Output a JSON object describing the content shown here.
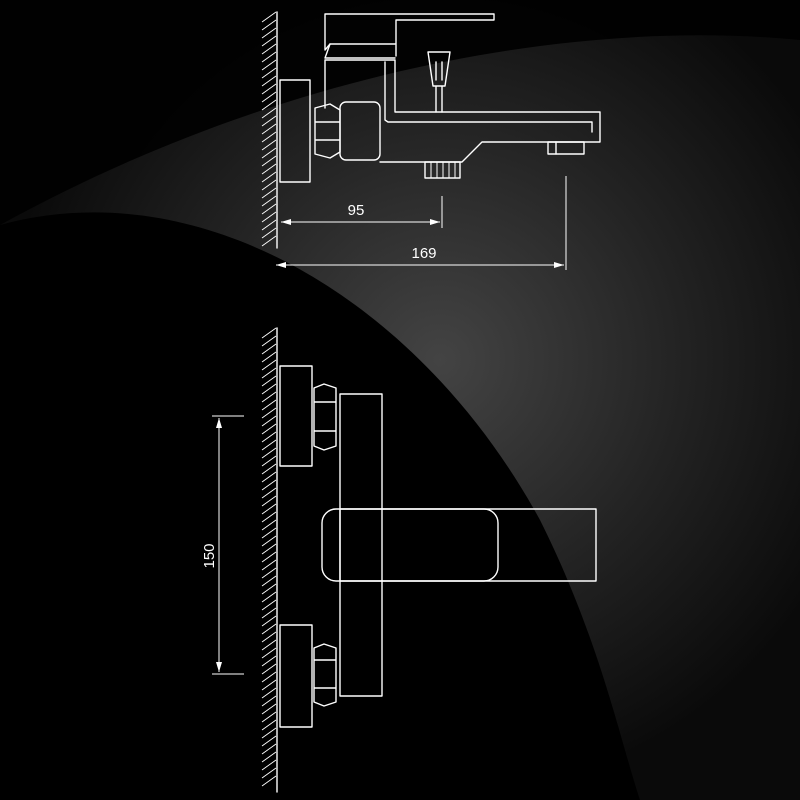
{
  "colors": {
    "background": "#000000",
    "lines": "#ffffff",
    "glow": "#5a5a5a"
  },
  "dimensions": {
    "inlet_depth": "95",
    "spout_reach": "169",
    "inlet_spacing": "150"
  }
}
